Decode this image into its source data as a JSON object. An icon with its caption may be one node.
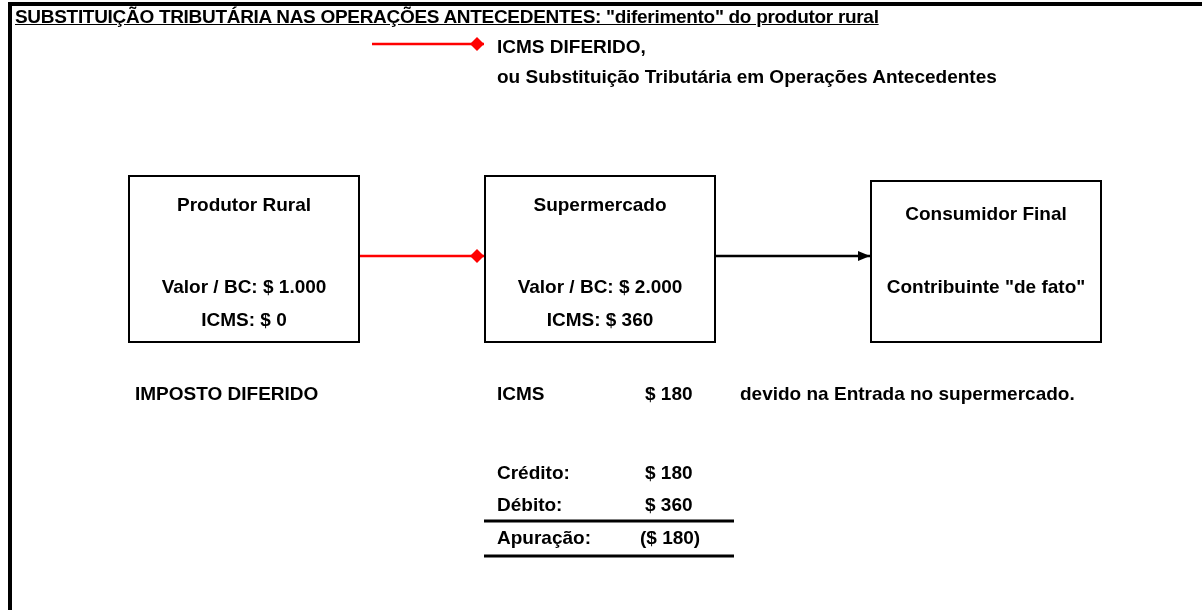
{
  "diagram": {
    "title": "SUBSTITUIÇÃO TRIBUTÁRIA NAS OPERAÇÕES ANTECEDENTES: \"diferimento\" do produtor rural",
    "nodes": [
      {
        "text": [
          "Produtor Rural",
          "Valor / BC: $ 1.000",
          "ICMS: $ 0"
        ]
      },
      {
        "text": [
          "Supermercado",
          "Valor / BC: $ 2.000",
          "ICMS: $ 360"
        ]
      },
      {
        "text": [
          "Consumidor Final",
          "Contribuinte \"de fato\""
        ]
      }
    ],
    "edges": [
      {
        "from": 0,
        "to": 1,
        "arrow": "other",
        "color": "#ff0000"
      },
      {
        "from": 1,
        "to": 2,
        "arrow": "to",
        "color": "#000000"
      }
    ],
    "labels": [
      "IMPOSTO DIFERIDO",
      "ICMS",
      "$ 180",
      "devido na Entrada no supermercado.",
      "Crédito:",
      "$ 180",
      "Débito:",
      "$ 360",
      "Apuração:",
      "($ 180)"
    ],
    "legend": [
      {
        "text": "ICMS DIFERIDO, ou Substituição Tributária em Operações Antecedentes"
      }
    ]
  }
}
